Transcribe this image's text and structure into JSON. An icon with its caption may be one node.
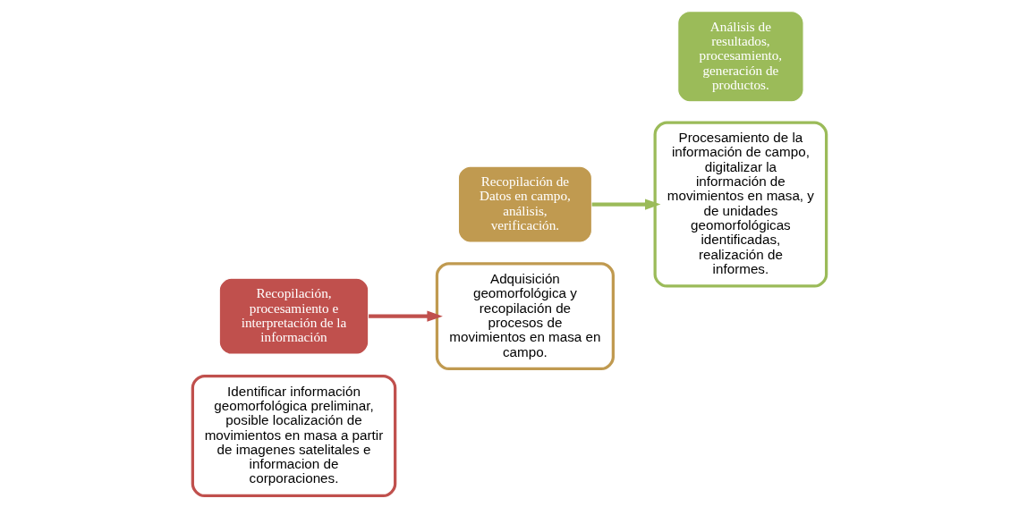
{
  "diagram": {
    "nodes": [
      {
        "text": [
          "Identificar información geomorfológica preliminar, posible localización de movimientos en masa a partir de imagenes satelitales e informacion de corporaciones."
        ]
      },
      {
        "text": [
          "Recopilación, procesamiento e interpretación de la información"
        ]
      },
      {
        "text": [
          "Adquisición geomorfológica y recopilación de procesos de movimientos en masa en campo."
        ]
      },
      {
        "text": [
          "Recopilación de Datos en campo, análisis, verificación."
        ]
      },
      {
        "text": [
          "Procesamiento de la información de campo, digitalizar la información de movimientos en masa, y de unidades geomorfológicas identificadas, realización de informes."
        ]
      },
      {
        "text": [
          "Análisis de resultados, procesamiento, generación de productos."
        ]
      }
    ],
    "edges": [
      {
        "from": 1,
        "to": 2,
        "arrow": "to",
        "color": "#c0504d"
      },
      {
        "from": 3,
        "to": 4,
        "arrow": "to",
        "color": "#9bbb59"
      }
    ]
  }
}
